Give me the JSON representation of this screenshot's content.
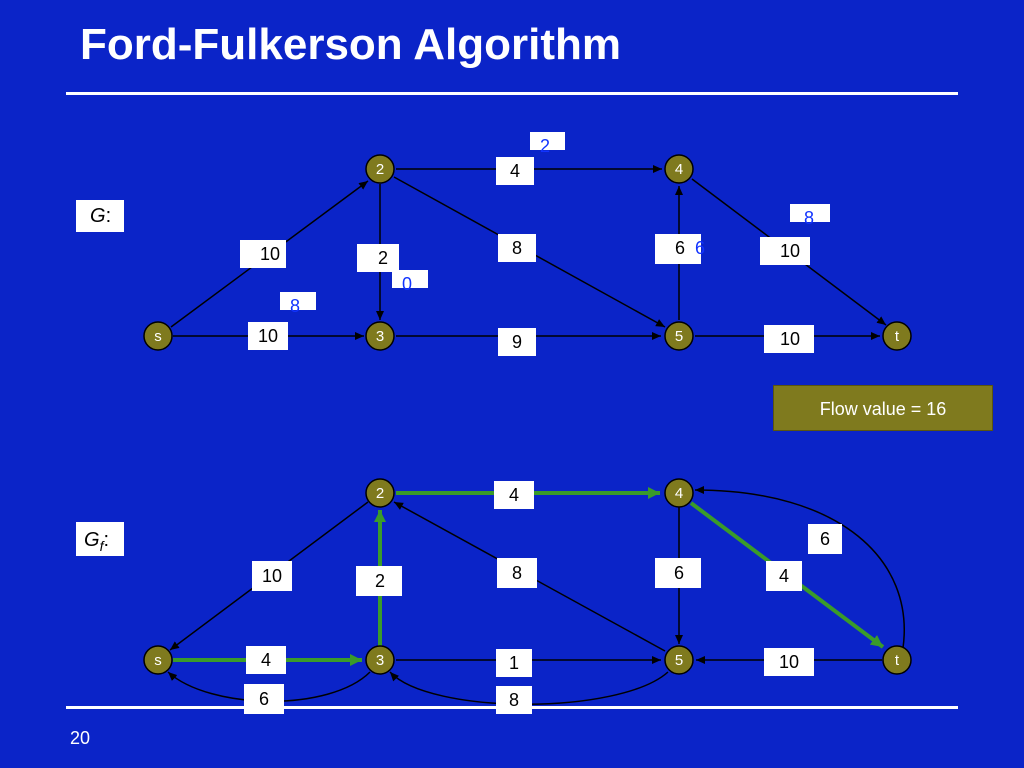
{
  "slide": {
    "title": "Ford-Fulkerson Algorithm",
    "page_number": "20",
    "flow_value_text": "Flow value = 16"
  },
  "colors": {
    "background": "#0b24c8",
    "node_fill": "#7f7a1e",
    "augmenting_path": "#3a9b2a",
    "ghost_text": "#1133ff"
  },
  "graph_G": {
    "label": "G",
    "label_suffix": ":",
    "nodes": [
      "s",
      "2",
      "3",
      "4",
      "5",
      "t"
    ],
    "edges": [
      {
        "from": "s",
        "to": "2",
        "label": "10"
      },
      {
        "from": "s",
        "to": "3",
        "label": "10"
      },
      {
        "from": "2",
        "to": "3",
        "label": "2"
      },
      {
        "from": "2",
        "to": "4",
        "label": "4"
      },
      {
        "from": "2",
        "to": "5",
        "label": "8"
      },
      {
        "from": "3",
        "to": "5",
        "label": "9"
      },
      {
        "from": "5",
        "to": "4",
        "label": "6"
      },
      {
        "from": "4",
        "to": "t",
        "label": "10"
      },
      {
        "from": "5",
        "to": "t",
        "label": "10"
      }
    ],
    "flow_annotations": [
      "2",
      "8",
      "0",
      "8",
      "6"
    ]
  },
  "graph_Gf": {
    "label": "G",
    "label_subscript": "f",
    "label_suffix": ":",
    "nodes": [
      "s",
      "2",
      "3",
      "4",
      "5",
      "t"
    ],
    "edges": [
      {
        "from": "2",
        "to": "s",
        "label": "10"
      },
      {
        "from": "s",
        "to": "3",
        "label": "4"
      },
      {
        "from": "3",
        "to": "s",
        "label": "6"
      },
      {
        "from": "3",
        "to": "2",
        "label": "2"
      },
      {
        "from": "2",
        "to": "4",
        "label": "4"
      },
      {
        "from": "5",
        "to": "2",
        "label": "8"
      },
      {
        "from": "3",
        "to": "5",
        "label": "1"
      },
      {
        "from": "5",
        "to": "3",
        "label": "8"
      },
      {
        "from": "4",
        "to": "5",
        "label": "6"
      },
      {
        "from": "4",
        "to": "t",
        "label": "4"
      },
      {
        "from": "t",
        "to": "4",
        "label": "6"
      },
      {
        "from": "t",
        "to": "5",
        "label": "10"
      }
    ]
  }
}
